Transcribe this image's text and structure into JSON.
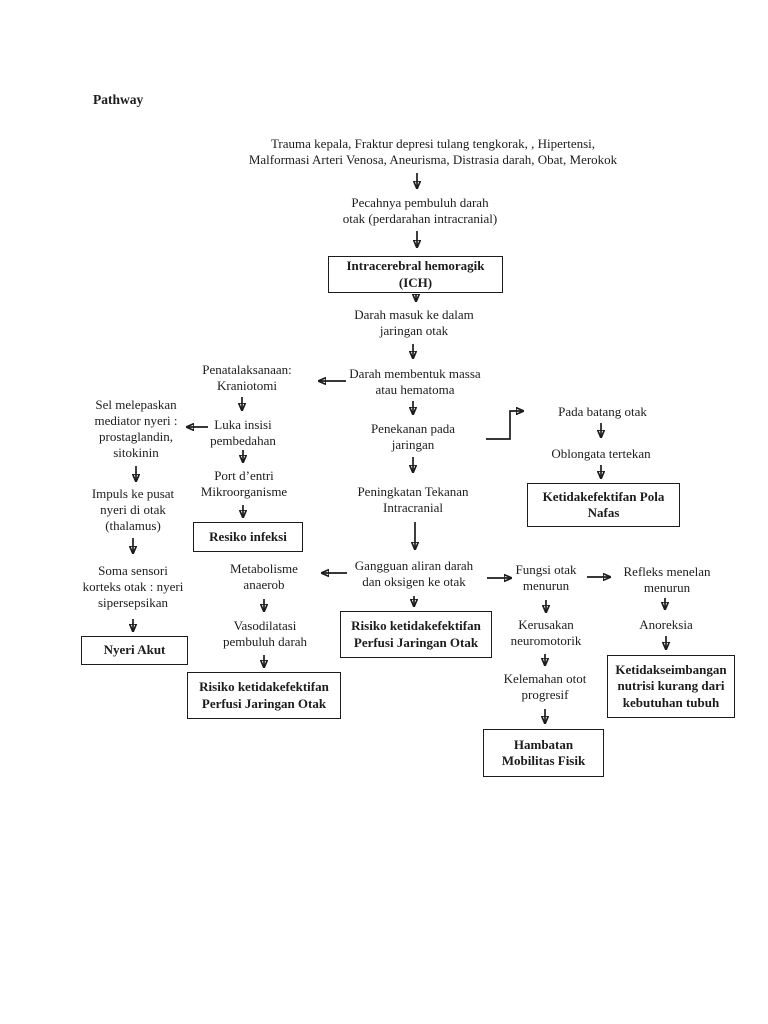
{
  "page": {
    "title": "Pathway"
  },
  "colors": {
    "background": "#ffffff",
    "text": "#1c1c1c",
    "line": "#1c1c1c"
  },
  "flowchart": {
    "nodes": {
      "trauma": "Trauma kepala, Fraktur depresi tulang tengkorak, , Hipertensi,\nMalformasi Arteri Venosa, Aneurisma, Distrasia darah, Obat, Merokok",
      "pecahnya": "Pecahnya pembuluh darah\notak (perdarahan intracranial)",
      "ich": "Intracerebral hemoragik\n(ICH)",
      "darah_masuk": "Darah masuk ke dalam\njaringan otak",
      "darah_massa": "Darah membentuk massa\natau hematoma",
      "penatalaksanaan": "Penatalaksanaan:\nKraniotomi",
      "sel_melepaskan": "Sel melepaskan\nmediator nyeri :\nprostaglandin,\nsitokinin",
      "luka_insisi": "Luka insisi\npembedahan",
      "port_dentri": "Port d’entri\nMikroorganisme",
      "impuls": "Impuls ke pusat\nnyeri di otak\n(thalamus)",
      "resiko_infeksi": "Resiko infeksi",
      "penekanan": "Penekanan pada\njaringan",
      "pada_batang": "Pada batang otak",
      "oblongata": "Oblongata tertekan",
      "pola_nafas": "Ketidakefektifan Pola\nNafas",
      "peningkatan": "Peningkatan Tekanan\nIntracranial",
      "gangguan": "Gangguan aliran darah\ndan oksigen ke otak",
      "metabolisme": "Metabolisme\nanaerob",
      "vasodilatasi": "Vasodilatasi\npembuluh darah",
      "risiko_perfusi_center": "Risiko ketidakefektifan\nPerfusi Jaringan Otak",
      "risiko_perfusi_left": "Risiko ketidakefektifan\nPerfusi Jaringan Otak",
      "soma": "Soma sensori\nkorteks otak : nyeri\nsipersepsikan",
      "nyeri_akut": "Nyeri Akut",
      "fungsi_otak": "Fungsi otak\nmenurun",
      "kerusakan": "Kerusakan\nneuromotorik",
      "kelemahan": "Kelemahan otot\nprogresif",
      "hambatan": "Hambatan\nMobilitas Fisik",
      "refleks": "Refleks menelan\nmenurun",
      "anoreksia": "Anoreksia",
      "ketidakseimbangan": "Ketidakseimbangan\nnutrisi kurang dari\nkebutuhan tubuh"
    }
  }
}
